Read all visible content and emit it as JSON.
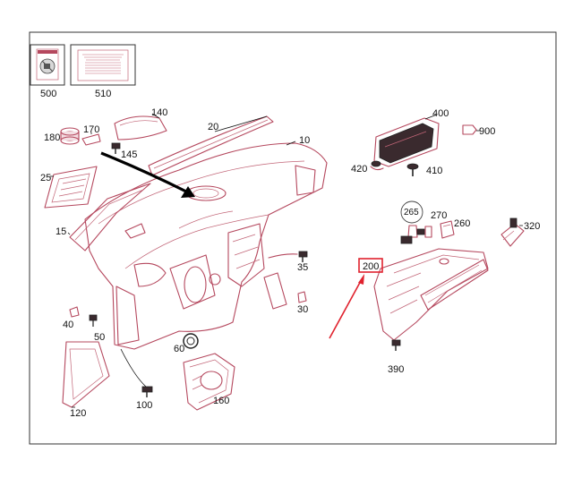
{
  "diagram": {
    "callouts": [
      {
        "id": "500",
        "label": "500"
      },
      {
        "id": "510",
        "label": "510"
      },
      {
        "id": "140",
        "label": "140"
      },
      {
        "id": "170",
        "label": "170"
      },
      {
        "id": "180",
        "label": "180"
      },
      {
        "id": "145",
        "label": "145"
      },
      {
        "id": "20",
        "label": "20"
      },
      {
        "id": "10",
        "label": "10"
      },
      {
        "id": "25",
        "label": "25"
      },
      {
        "id": "15",
        "label": "15"
      },
      {
        "id": "400",
        "label": "400"
      },
      {
        "id": "900",
        "label": "900"
      },
      {
        "id": "420",
        "label": "420"
      },
      {
        "id": "410",
        "label": "410"
      },
      {
        "id": "265",
        "label": "265"
      },
      {
        "id": "270",
        "label": "270"
      },
      {
        "id": "260",
        "label": "260"
      },
      {
        "id": "320",
        "label": "320"
      },
      {
        "id": "35",
        "label": "35"
      },
      {
        "id": "200",
        "label": "200"
      },
      {
        "id": "30",
        "label": "30"
      },
      {
        "id": "40",
        "label": "40"
      },
      {
        "id": "50",
        "label": "50"
      },
      {
        "id": "60",
        "label": "60"
      },
      {
        "id": "390",
        "label": "390"
      },
      {
        "id": "120",
        "label": "120"
      },
      {
        "id": "100",
        "label": "100"
      },
      {
        "id": "160",
        "label": "160"
      }
    ],
    "highlight": {
      "label": "200",
      "color": "#e0222e"
    },
    "colors": {
      "part_line": "#b5485e",
      "frame": "#333333",
      "highlight": "#e0222e"
    },
    "icons": [
      "no-child-seat-airbag-warning-icon",
      "airbag-warning-label-icon"
    ]
  }
}
